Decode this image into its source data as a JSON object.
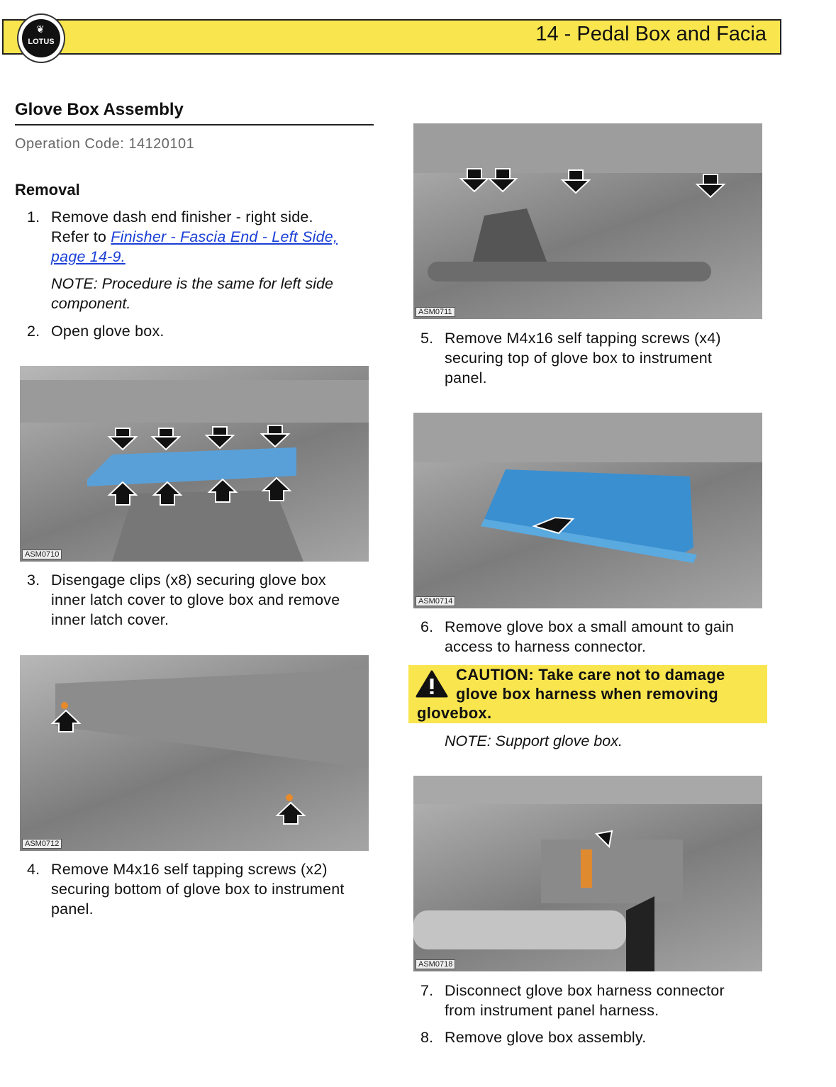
{
  "header": {
    "logo_text": "LOTUS",
    "chapter_title": "14 - Pedal Box and Facia",
    "accent": "#f9e54e"
  },
  "title": "Glove Box Assembly",
  "operation_code": "Operation Code: 14120101",
  "section": "Removal",
  "steps": [
    {
      "n": "1.",
      "lines": [
        "Remove dash end finisher - right side.",
        "Refer to "
      ],
      "link": [
        "Finisher - Fascia End - Left Side,",
        "page 14-9."
      ],
      "note": [
        "NOTE: Procedure is the same for left side",
        "component."
      ]
    },
    {
      "n": "2.",
      "lines": [
        "Open glove box."
      ]
    },
    {
      "n": "3.",
      "lines": [
        "Disengage clips (x8) securing glove box",
        "inner latch cover to glove box and remove",
        "inner latch cover."
      ]
    },
    {
      "n": "4.",
      "lines": [
        "Remove M4x16 self tapping screws (x2)",
        "securing bottom of glove box to instrument",
        "panel."
      ]
    },
    {
      "n": "5.",
      "lines": [
        "Remove M4x16 self tapping screws (x4)",
        "securing top of glove box to instrument",
        "panel."
      ]
    },
    {
      "n": "6.",
      "lines": [
        "Remove glove box a small amount to gain",
        "access to harness connector."
      ]
    },
    {
      "n": "7.",
      "lines": [
        "Disconnect glove box harness connector",
        "from instrument panel harness."
      ]
    },
    {
      "n": "8.",
      "lines": [
        "Remove glove box assembly."
      ]
    }
  ],
  "caution": {
    "lines": [
      "CAUTION: Take care not to damage",
      "glove box harness when removing",
      "glovebox."
    ]
  },
  "note6": "NOTE: Support glove box.",
  "images": [
    "ASM0710",
    "ASM0712",
    "ASM0711",
    "ASM0714",
    "ASM0718"
  ]
}
